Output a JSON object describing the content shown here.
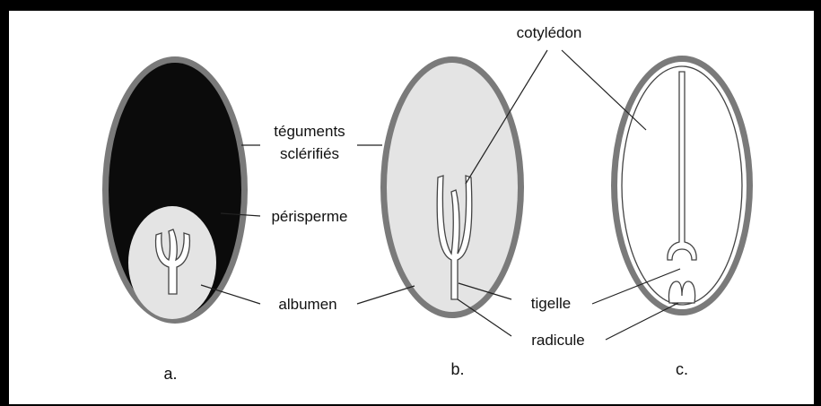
{
  "labels": {
    "cotyledon": "cotylédon",
    "teguments_line1": "téguments",
    "teguments_line2": "sclérifiés",
    "perisperme": "périsperme",
    "albumen": "albumen",
    "tigelle": "tigelle",
    "radicule": "radicule"
  },
  "captions": {
    "a": "a.",
    "b": "b.",
    "c": "c."
  },
  "colors": {
    "frame": "#000000",
    "tegument": "#7a7a7a",
    "perisperm": "#0b0b0b",
    "albumen": "#e4e4e4",
    "embryo": "#ffffff"
  }
}
